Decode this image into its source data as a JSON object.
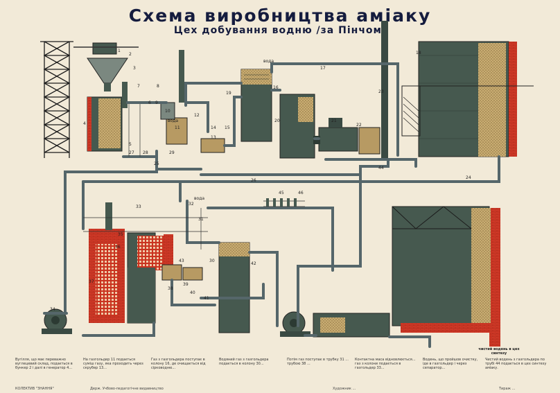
{
  "title": "Схема виробництва аміаку",
  "subtitle": "Цех добування водню /за Пінчом/",
  "colors": {
    "steel": "#46594f",
    "steel_dark": "#2c3a33",
    "pipe": "#55666a",
    "brick": "#d23a28",
    "coke": "#b79a63",
    "paper": "#f2ead8",
    "ink": "#151c3e"
  },
  "pipe_labels": [
    "1",
    "2",
    "3",
    "4",
    "5",
    "6",
    "7",
    "8",
    "9",
    "10",
    "11",
    "12",
    "13",
    "14",
    "15",
    "16",
    "17",
    "18",
    "19",
    "20",
    "21",
    "22",
    "23",
    "24",
    "25",
    "26",
    "27",
    "28",
    "29",
    "30",
    "31",
    "32",
    "33",
    "34",
    "35",
    "36",
    "37",
    "38",
    "39",
    "40",
    "41",
    "42",
    "43",
    "44",
    "45",
    "46"
  ],
  "inscriptions": {
    "water_a": "вода",
    "water_b": "вода",
    "water_c": "вода"
  },
  "legend_note": {
    "line1": "чистий водень в цех",
    "line2": "синтезу"
  },
  "captions": [
    "Вугілля, що має переважно вуглецевий склад, подається в бункер 2 і далі в генератор 4...",
    "На газгольдер 11 подається суміш газу, яка проходить через скрубер 13...",
    "Газ з газгольдера поступає в колону 16, де очищається від сірководню...",
    "Водяний газ з газгольдера подається в колону 30...",
    "Потім газ поступає в трубку 31 ... трубою 38 ...",
    "Контактна маса відновлюється... газ з колони подається в газгольдер 33...",
    "Водень, що пройшов очистку, іде в газгольдер і через сепаратор...",
    "Чистий водень з газгольдера по трубі 44 подається в цех синтезу аміаку."
  ],
  "footer": {
    "publisher": "Держ. Учбово-педагогічне видавництво",
    "left": "КОЛЕКТИВ \"ЗНАННЯ\"",
    "credits": "Художник ...",
    "edition": "Тираж ..."
  }
}
